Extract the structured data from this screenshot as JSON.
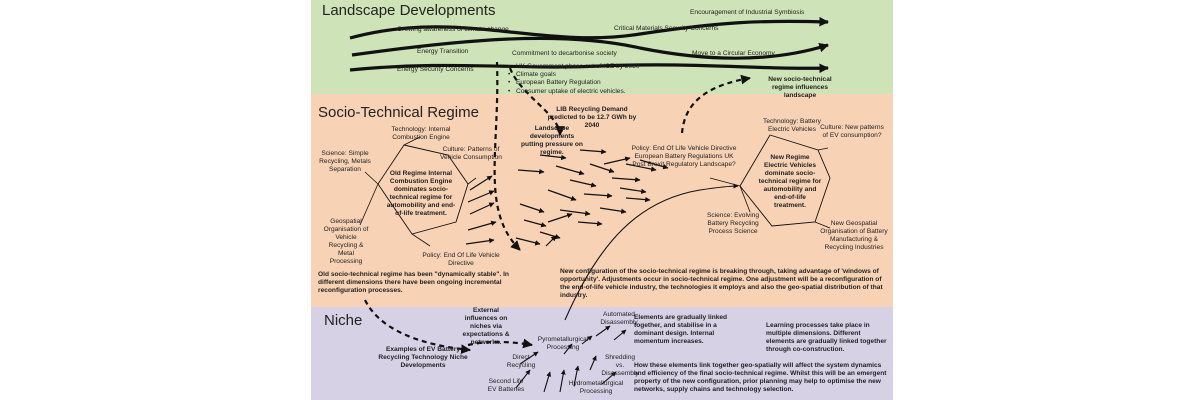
{
  "bands": {
    "landscape": "Landscape Developments",
    "regime": "Socio-Technical Regime",
    "niche": "Niche"
  },
  "landscape": {
    "industrial_symbiosis": "Encouragement of Industrial Symbiosis",
    "climate_awareness": "Growing awareness of climate change.",
    "critical_materials": "Critical Materials Security Concerns",
    "energy_transition": "Energy Transition",
    "decarbonise": "Commitment to decarbonise society",
    "circular_economy": "Move to a Circular Economy",
    "energy_security": "Energy Security Concerns",
    "bullets": [
      "UK Government phase out of ICE by 2030",
      "Climate goals",
      "European Battery Regulation",
      "Consumer uptake of electric vehicles."
    ],
    "new_landscape": "New socio-technical regime influences landscape"
  },
  "regime": {
    "lib_demand": "LIB Recycling Demand predicted to be 12.7 GWh by 2040",
    "landscape_pressure": "Landscape developments putting pressure on regime.",
    "old": {
      "technology": "Technology: Internal Combustion Engine",
      "science": "Science: Simple Recycling, Metals Separation",
      "culture": "Culture: Patterns of Vehicle Consumption",
      "core": "Old Regime Internal Combustion Engine dominates socio-technical regime for automobility and end-of-life treatment.",
      "geo": "Geospatial Organisation of Vehicle Recycling & Metal Processing",
      "policy": "Policy: End Of Life Vehicle Directive"
    },
    "policy_new": "Policy: End Of Life Vehicle Directive European Battery Regulations UK Post Brexit Regulatory Landscape?",
    "new": {
      "technology": "Technology: Battery Electric Vehicles",
      "culture": "Culture: New patterns of EV consumption?",
      "core": "New Regime Electric Vehicles dominate socio-technical regime for automobility and end-of-life treatment.",
      "science": "Science: Evolving Battery Recycling Process Science",
      "geo": "New Geospatial Organisation of Battery Manufacturing & Recycling Industries"
    },
    "old_stable": "Old socio-technical regime has been \"dynamically stable\". In different dimensions there have been ongoing incremental reconfiguration processes.",
    "breaking_through": "New configuration of the socio-technical regime is breaking through, taking advantage of 'windows of opportunity'. Adjustments occur in socio-technical regime. One adjustment will be a reconfiguration of the end-of-life vehicle industry, the technologies it employs and also the geo-spatial distribution of that industry."
  },
  "niche": {
    "external": "External influences on niches via expectations & networks.",
    "examples": "Examples of EV Battery Recycling Technology Niche Developments",
    "automated": "Automated Disassembly",
    "pyro": "Pyrometallurgical Processing",
    "direct": "Direct Recycling",
    "second_life": "Second Life EV Batteries",
    "hydro": "Hydrometallurgical Processing",
    "shredding": "Shredding vs. Disassembly",
    "linked": "Elements are gradually linked together, and stabilise in a dominant design. Internal momentum increases.",
    "learning": "Learning processes take place in multiple dimensions. Different elements are gradually linked together through co-construction.",
    "geo_link": "How these elements link together geo-spatially will affect the system dynamics and efficiency of the final socio-technical regime. Whilst this will be an emergent property of the new configuration, prior planning may help to optimise the new networks, supply chains and technology selection."
  }
}
